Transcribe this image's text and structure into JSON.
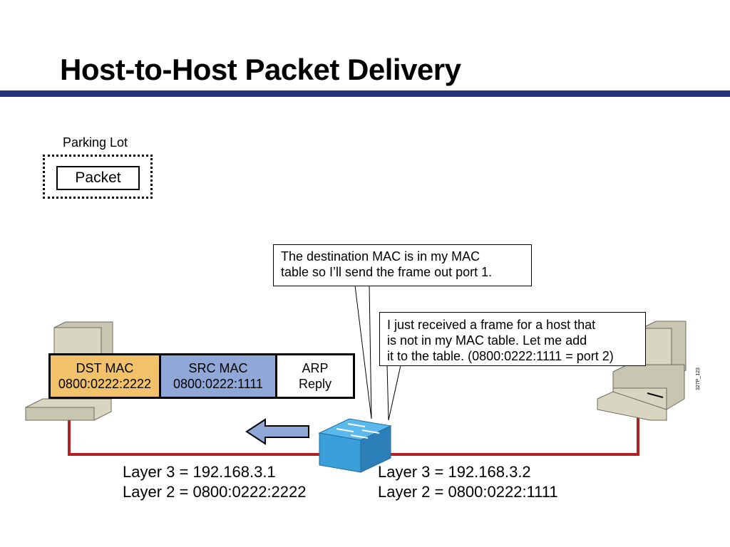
{
  "title": "Host-to-Host Packet Delivery",
  "parking_lot": {
    "label": "Parking Lot",
    "packet": "Packet"
  },
  "frame": {
    "dst_mac": {
      "label": "DST MAC",
      "value": "0800:0222:2222"
    },
    "src_mac": {
      "label": "SRC MAC",
      "value": "0800:0222:1111"
    },
    "payload": {
      "line1": "ARP",
      "line2": "Reply"
    }
  },
  "callouts": {
    "forward": {
      "line1": "The destination MAC is in my MAC",
      "line2": "table so I’ll send the  frame out port 1."
    },
    "learn": {
      "line1": "I just received a frame for a host that",
      "line2": "is not in my MAC table. Let me add",
      "line3": "it to the table. (0800:0222:1111 = port 2)"
    }
  },
  "hosts": {
    "left": {
      "layer3": "Layer 3 = 192.168.3.1",
      "layer2": "Layer 2 = 0800:0222:2222"
    },
    "right": {
      "layer3": "Layer 3 = 192.168.3.2",
      "layer2": "Layer 2 = 0800:0222:1111"
    }
  },
  "figure_id": "327P_123",
  "colors": {
    "title_rule": "#28307a",
    "dst_mac_fill": "#f2c26b",
    "src_mac_fill": "#8fa8d8",
    "link": "#b22222",
    "arrow": "#8fa8d8",
    "switch": "#3a9fd8",
    "pc": "#d8d6c0"
  }
}
